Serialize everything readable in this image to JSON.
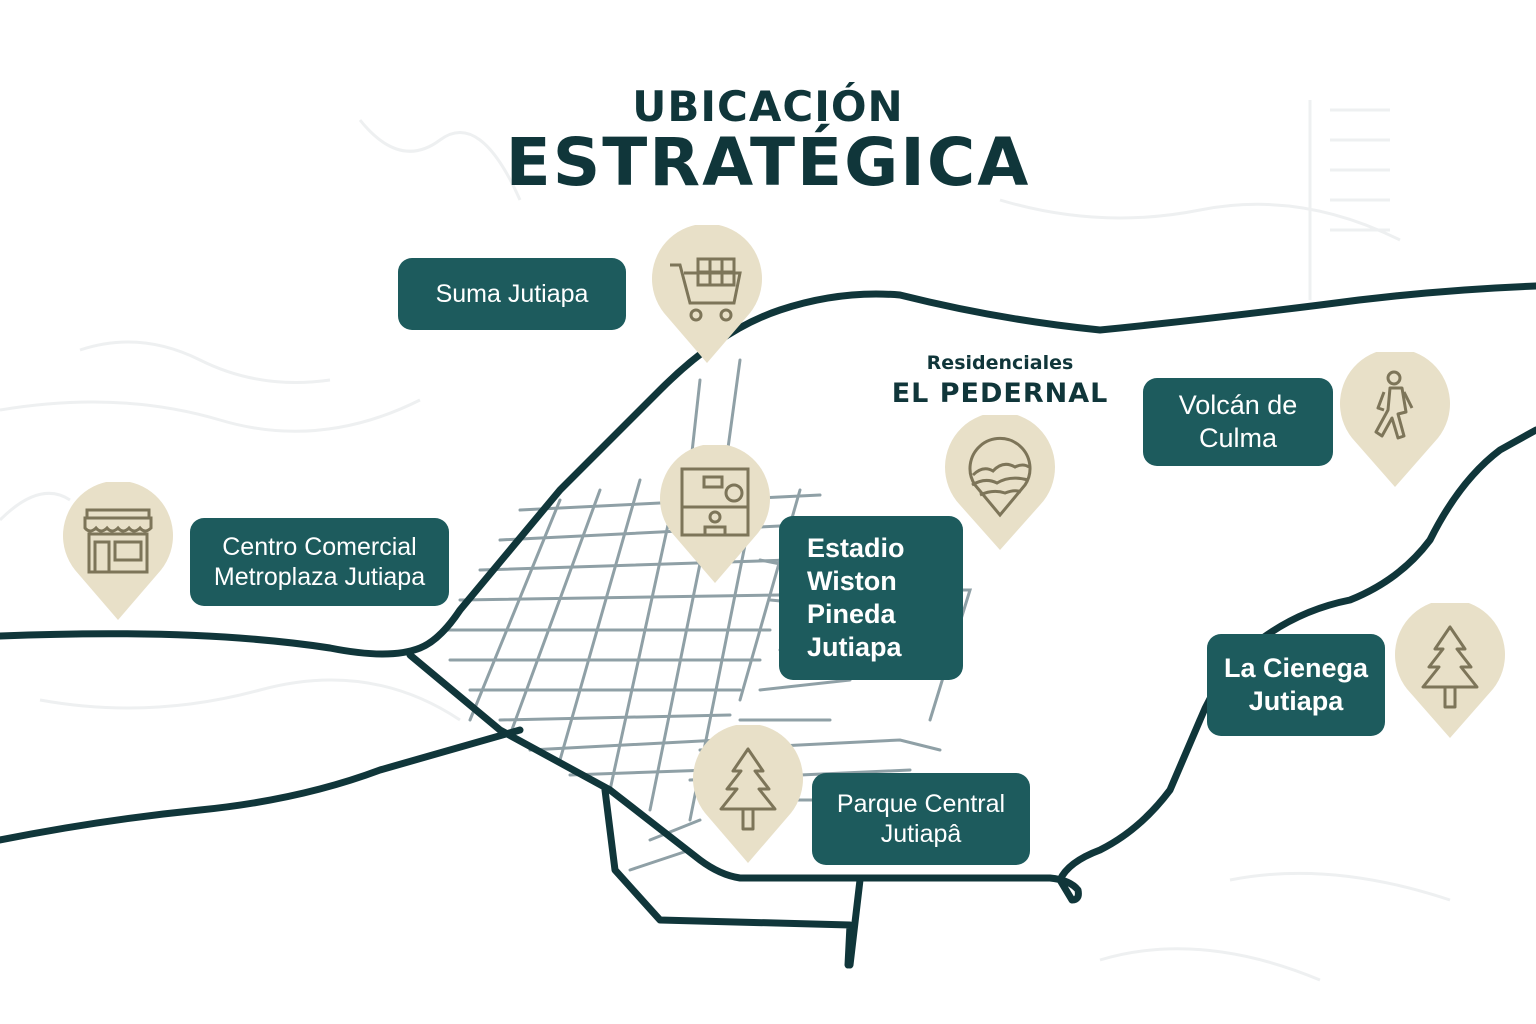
{
  "title": {
    "line1": "UBICACIÓN",
    "line2": "ESTRATÉGICA"
  },
  "project": {
    "line1": "Residenciales",
    "line2": "EL PEDERNAL",
    "icon": "mountain-pin-icon"
  },
  "colors": {
    "road_dark": "#10363a",
    "street": "#8fa0a6",
    "label_bg": "#1d5b5d",
    "pin_fill": "#e8e0c8",
    "icon_stroke": "#7d7559"
  },
  "locations": [
    {
      "id": "suma",
      "label": "Suma Jutiapa",
      "icon": "shopping-cart-icon"
    },
    {
      "id": "metroplaza",
      "label": "Centro Comercial Metroplaza Jutiapa",
      "icon": "storefront-icon"
    },
    {
      "id": "estadio",
      "label": "Estadio Wiston Pineda Jutiapa",
      "icon": "stadium-icon"
    },
    {
      "id": "volcan",
      "label": "Volcán de Culma",
      "icon": "hiker-icon"
    },
    {
      "id": "cienega",
      "label": "La Cienega Jutiapa",
      "icon": "pine-tree-icon"
    },
    {
      "id": "parque",
      "label": "Parque Central Jutiapâ",
      "icon": "pine-tree-icon"
    }
  ]
}
